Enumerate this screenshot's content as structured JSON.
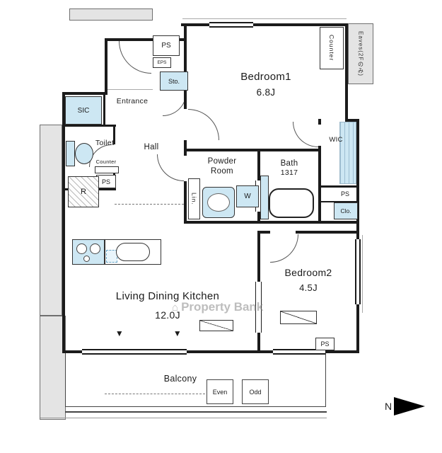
{
  "plan": {
    "watermark": {
      "icon": "⌂",
      "text": "Property Bank"
    },
    "compass": {
      "north": "N"
    },
    "rooms": {
      "bedroom1": {
        "name": "Bedroom1",
        "area": "6.8J"
      },
      "bedroom2": {
        "name": "Bedroom2",
        "area": "4.5J"
      },
      "ldk": {
        "name": "Living Dining Kitchen",
        "area": "12.0J"
      },
      "powder": {
        "line1": "Powder",
        "line2": "Room"
      },
      "bath": {
        "name": "Bath",
        "size": "1317"
      },
      "hall": {
        "name": "Hall"
      },
      "entrance": {
        "name": "Entrance"
      },
      "toilet": {
        "name": "Toilet"
      },
      "balcony": {
        "name": "Balcony"
      },
      "wic": {
        "name": "WIC"
      },
      "sic": {
        "name": "SIC"
      },
      "storage": {
        "name": "Sto."
      }
    },
    "fixtures": {
      "ps": "PS",
      "eps": "EPS",
      "washer": "W",
      "linen": "Lin.",
      "closet": "Clo.",
      "refrigerator": "R",
      "counter": "Counter",
      "eaves": "Eaves(2Fのみ)",
      "even": "Even",
      "odd": "Odd",
      "marker": "▼"
    },
    "colors": {
      "fixture_blue": "#cde7f3",
      "wall": "#1b1b1b",
      "area_gray": "#e4e4e4"
    }
  }
}
